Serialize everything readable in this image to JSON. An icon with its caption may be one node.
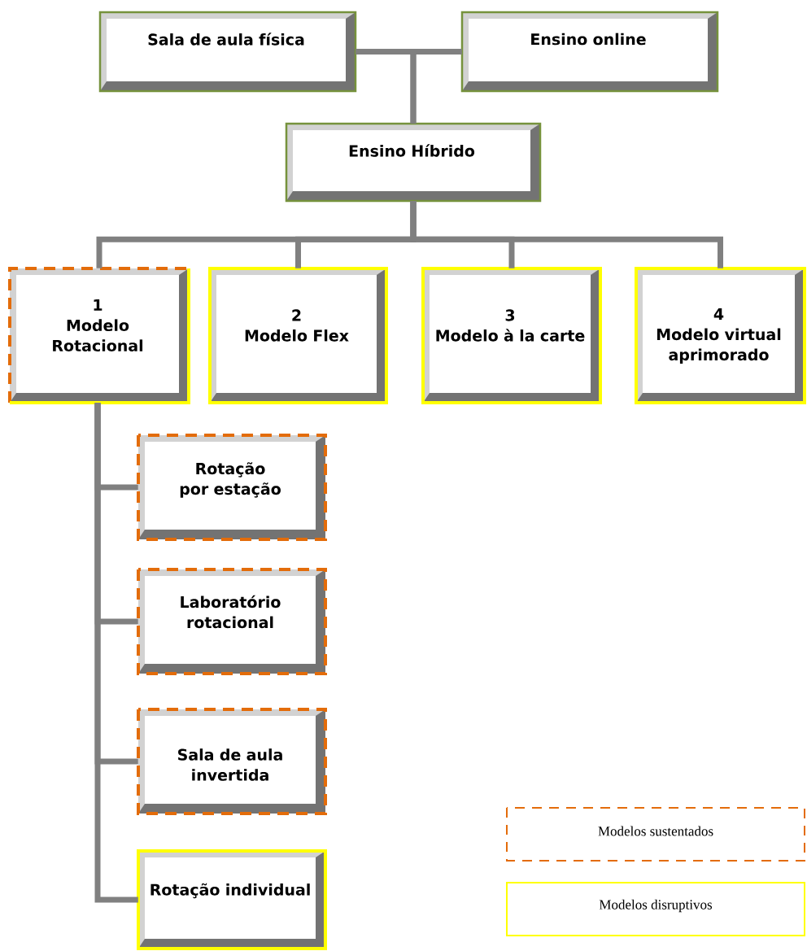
{
  "diagram": {
    "nodes": [
      {
        "text": [
          "Sala de aula física"
        ]
      },
      {
        "text": [
          "Ensino online"
        ]
      },
      {
        "text": [
          "Ensino Híbrido"
        ]
      },
      {
        "text": [
          "1",
          "Modelo Rotacional"
        ]
      },
      {
        "text": [
          "2",
          "Modelo Flex"
        ]
      },
      {
        "text": [
          "3",
          "Modelo à la carte"
        ]
      },
      {
        "text": [
          "4",
          "Modelo virtual aprimorado"
        ]
      },
      {
        "text": [
          "Rotação por estação"
        ]
      },
      {
        "text": [
          "Laboratório rotacional"
        ]
      },
      {
        "text": [
          "Sala de aula invertida"
        ]
      },
      {
        "text": [
          "Rotação individual"
        ]
      }
    ],
    "edges": [
      {
        "from": 0,
        "to": 2,
        "arrow": "none"
      },
      {
        "from": 1,
        "to": 2,
        "arrow": "none"
      },
      {
        "from": 2,
        "to": 3,
        "arrow": "none"
      },
      {
        "from": 2,
        "to": 4,
        "arrow": "none"
      },
      {
        "from": 2,
        "to": 5,
        "arrow": "none"
      },
      {
        "from": 2,
        "to": 6,
        "arrow": "none"
      },
      {
        "from": 3,
        "to": 7,
        "arrow": "none"
      },
      {
        "from": 3,
        "to": 8,
        "arrow": "none"
      },
      {
        "from": 3,
        "to": 9,
        "arrow": "none"
      },
      {
        "from": 3,
        "to": 10,
        "arrow": "none"
      }
    ],
    "legend": [
      {
        "text": "Modelos sustentados"
      },
      {
        "text": "Modelos disruptivos"
      }
    ]
  }
}
